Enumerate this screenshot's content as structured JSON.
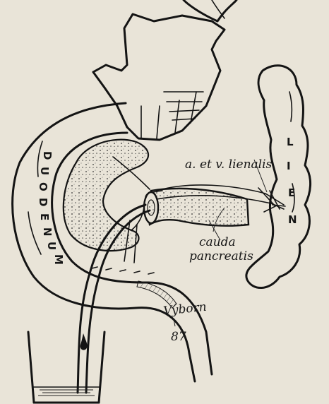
{
  "labels": {
    "vessels": "a. et v. lienalis",
    "cauda_line1": "cauda",
    "cauda_line2": "pancreatis"
  },
  "organ_letters": {
    "duodenum": [
      "D",
      "U",
      "O",
      "D",
      "E",
      "N",
      "U",
      "M"
    ],
    "lien": [
      "L",
      "I",
      "E",
      "N"
    ]
  },
  "signature": {
    "name": "Vyborn",
    "year": "87"
  },
  "colors": {
    "paper": "#e9e4d8",
    "ink": "#141414"
  }
}
